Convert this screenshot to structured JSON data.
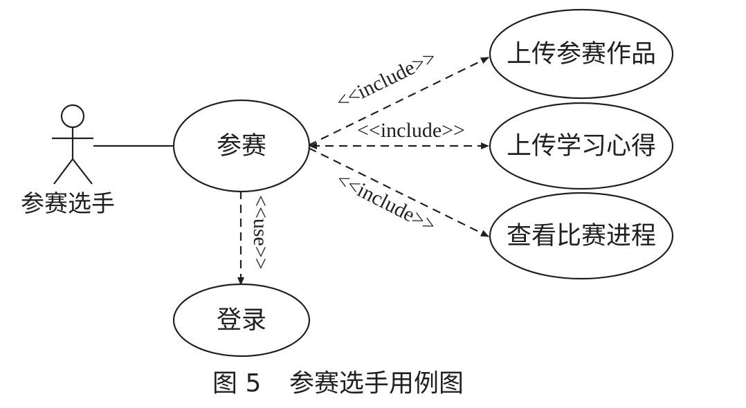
{
  "actor": {
    "label": "参赛选手"
  },
  "use_cases": {
    "main": "参赛",
    "upload_work": "上传参赛作品",
    "upload_notes": "上传学习心得",
    "view_progress": "查看比赛进程",
    "login": "登录"
  },
  "relations": {
    "include_upload_work": "<<include>>",
    "include_upload_notes": "<<include>>",
    "include_view_progress": "<<include>>",
    "use_login": "<<use>>"
  },
  "caption": {
    "figure_no": "图 5",
    "title": "参赛选手用例图"
  }
}
